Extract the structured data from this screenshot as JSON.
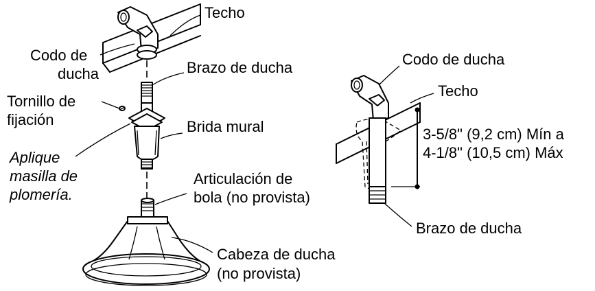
{
  "labels": {
    "techo_left": "Techo",
    "codo_left_1": "Codo de",
    "codo_left_2": "ducha",
    "brazo_top": "Brazo de ducha",
    "tornillo_1": "Tornillo de",
    "tornillo_2": "fijación",
    "brida": "Brida mural",
    "aplique_1": "Aplique",
    "aplique_2": "masilla de",
    "aplique_3": "plomería.",
    "articulacion_1": "Articulación de",
    "articulacion_2": "bola (no provista)",
    "cabeza_1": "Cabeza de ducha",
    "cabeza_2": "(no provista)",
    "codo_right": "Codo de ducha",
    "techo_right": "Techo",
    "dim_min": "3-5/8\" (9,2 cm) Mín a",
    "dim_max": "4-1/8\" (10,5 cm) Máx",
    "brazo_right": "Brazo de ducha"
  }
}
